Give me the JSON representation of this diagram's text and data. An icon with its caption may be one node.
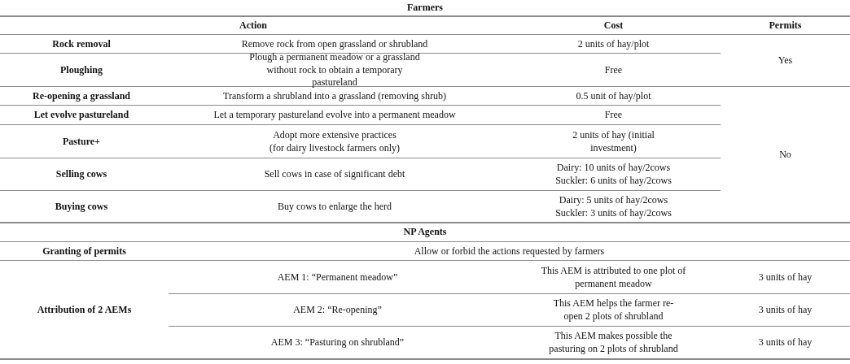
{
  "diagram": {
    "labels": [
      "Farmers",
      "Action",
      "Cost",
      "Permits",
      "Rock removal",
      "Remove rock from open grassland or shrubland",
      "2 units of hay/plot",
      "Yes",
      "Ploughing",
      "Plough a permanent meadow or a grassland without rock to obtain a temporary pastureland",
      "Free",
      "Re-opening a grassland",
      "Transform a shrubland into a grassland (removing shrub)",
      "0.5 unit of hay/plot",
      "No",
      "Let evolve pastureland",
      "Let a temporary pastureland evolve into a permanent meadow",
      "Free",
      "Pasture+",
      "Adopt more extensive practices (for dairy livestock farmers only)",
      "2 units of hay (initial investment)",
      "Selling cows",
      "Sell cows in case of significant debt",
      "Dairy: 10 units of hay/2cows Suckler: 6 units of hay/2cows",
      "Buying cows",
      "Buy cows to enlarge the herd",
      "Dairy: 5 units of hay/2cows Suckler: 3 units of hay/2cows",
      "NP Agents",
      "Granting of permits",
      "Allow or forbid the actions requested by farmers",
      "Attribution of 2 AEMs",
      "AEM 1: “Permanent meadow”",
      "This AEM is attributed to one plot of permanent meadow",
      "3 units of hay",
      "AEM 2: “Re-opening”",
      "This AEM helps the farmer re-open 2 plots of shrubland",
      "3 units of hay",
      "AEM 3: “Pasturing on shrubland”",
      "This AEM makes possible the pasturing on 2 plots of shrubland",
      "3 units of hay"
    ]
  }
}
